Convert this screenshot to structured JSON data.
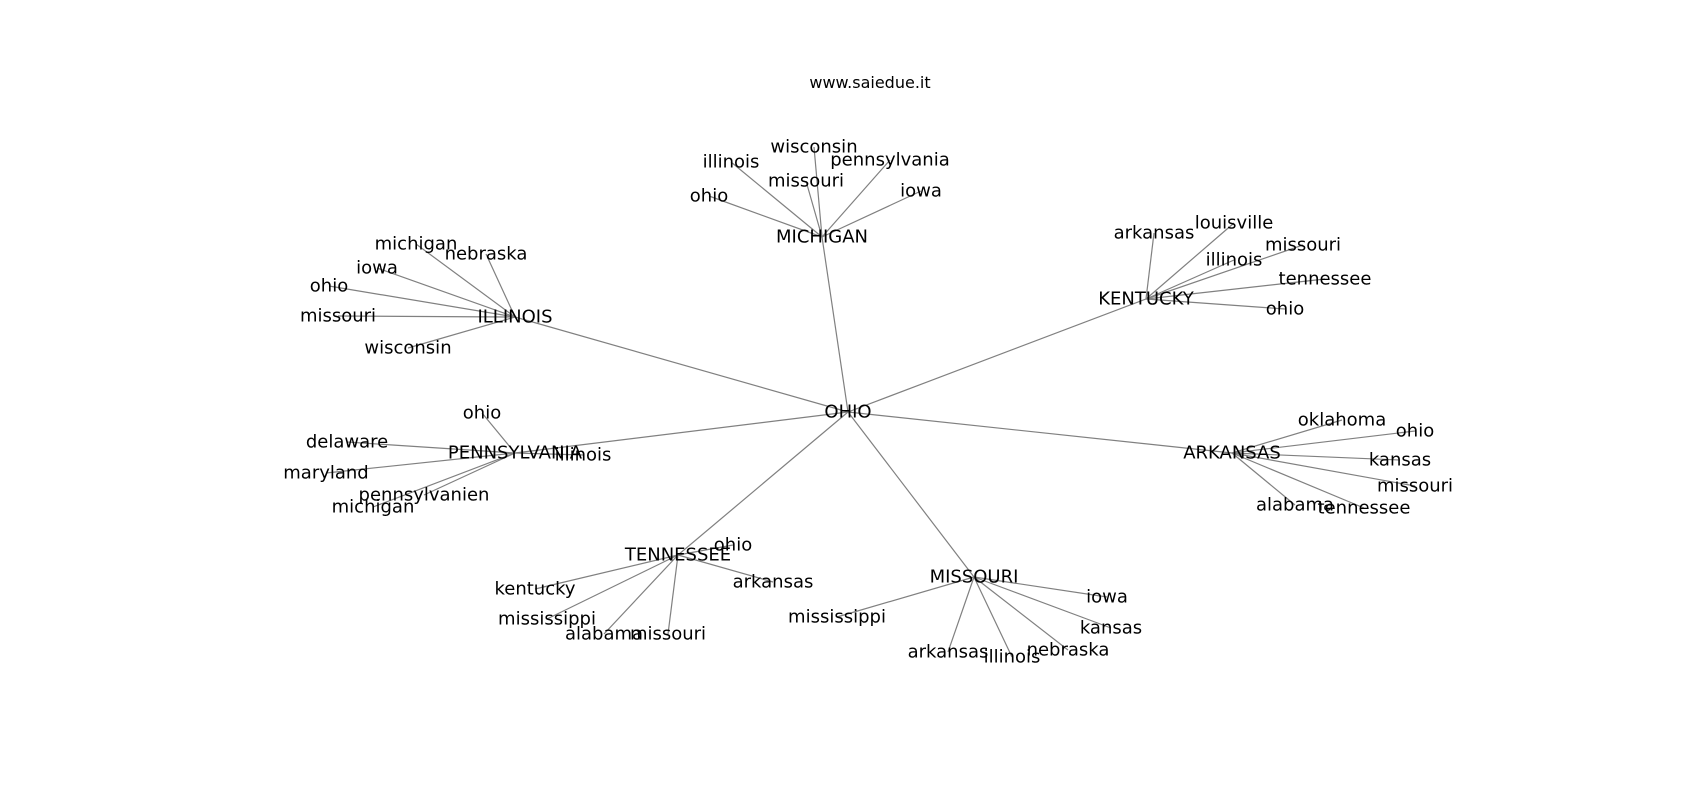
{
  "site": "www.saiedue.it",
  "graph": {
    "root": "OHIO",
    "hubs": [
      {
        "id": "michigan",
        "label": "MICHIGAN",
        "leaves": [
          "ohio",
          "illinois",
          "wisconsin",
          "missouri",
          "pennsylvania",
          "iowa"
        ]
      },
      {
        "id": "kentucky",
        "label": "KENTUCKY",
        "leaves": [
          "arkansas",
          "louisville",
          "illinois",
          "missouri",
          "tennessee",
          "ohio"
        ]
      },
      {
        "id": "illinois",
        "label": "ILLINOIS",
        "leaves": [
          "michigan",
          "nebraska",
          "iowa",
          "ohio",
          "missouri",
          "wisconsin"
        ]
      },
      {
        "id": "pennsylvania",
        "label": "PENNSYLVANIA",
        "leaves": [
          "ohio",
          "delaware",
          "illinois",
          "maryland",
          "pennsylvanien",
          "michigan"
        ]
      },
      {
        "id": "arkansas",
        "label": "ARKANSAS",
        "leaves": [
          "oklahoma",
          "ohio",
          "kansas",
          "missouri",
          "alabama",
          "tennessee"
        ]
      },
      {
        "id": "tennessee",
        "label": "TENNESSEE",
        "leaves": [
          "ohio",
          "arkansas",
          "kentucky",
          "mississippi",
          "alabama",
          "missouri"
        ]
      },
      {
        "id": "missouri",
        "label": "MISSOURI",
        "leaves": [
          "iowa",
          "kansas",
          "mississippi",
          "arkansas",
          "illinois",
          "nebraska"
        ]
      }
    ]
  }
}
